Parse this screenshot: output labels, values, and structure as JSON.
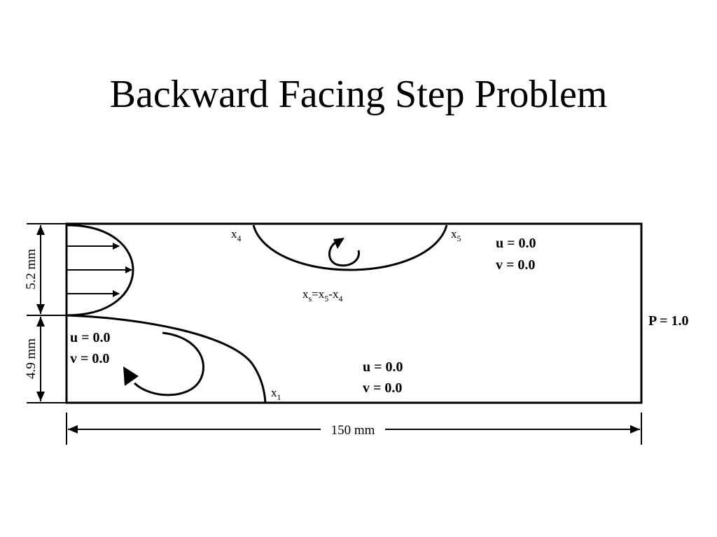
{
  "slide": {
    "title": "Backward Facing Step Problem"
  },
  "diagram": {
    "dimensions": {
      "inlet_height": "5.2 mm",
      "step_height": "4.9 mm",
      "channel_length": "150 mm"
    },
    "boundary_conditions": {
      "outlet": "P = 1.0",
      "top_wall_u": "u = 0.0",
      "top_wall_v": "v = 0.0",
      "step_u": "u = 0.0",
      "step_v": "v = 0.0",
      "bottom_wall_u": "u = 0.0",
      "bottom_wall_v": "v = 0.0"
    },
    "points": {
      "x1": {
        "base": "x",
        "sub": "1"
      },
      "x4": {
        "base": "x",
        "sub": "4"
      },
      "x5": {
        "base": "x",
        "sub": "5"
      }
    },
    "separation_length": {
      "lhs": {
        "base": "x",
        "sub": "s"
      },
      "eq": "=",
      "r1": {
        "base": "x",
        "sub": "5"
      },
      "minus": "-",
      "r2": {
        "base": "x",
        "sub": "4"
      }
    }
  }
}
